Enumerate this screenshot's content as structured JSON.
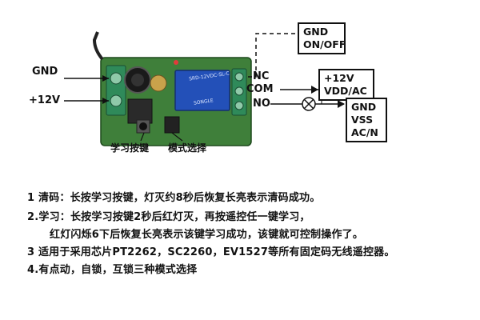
{
  "wiring": {
    "gnd": "GND",
    "plus12v": "+12V",
    "nc": "NC",
    "com": "COM",
    "no": "NO"
  },
  "boxes": {
    "on_off": {
      "line1": "GND",
      "line2": "ON/OFF"
    },
    "power": {
      "line1": "+12V",
      "line2": "VDD/AC"
    },
    "ground": {
      "line1": "GND",
      "line2": "VSS",
      "line3": "AC/N"
    }
  },
  "board": {
    "learn_key_label": "学习按键",
    "mode_select_label": "模式选择",
    "relay_text_1": "SRD-12VDC-SL-C",
    "relay_text_2": "SONGLE"
  },
  "notes": [
    "1 清码：长按学习按键，灯灭约8秒后恢复长亮表示清码成功。",
    "2.学习：长按学习按键2秒后红灯灭，再按遥控任一键学习，",
    "红灯闪烁6下后恢复长亮表示该键学习成功，该键就可控制操作了。",
    "3 适用于采用芯片PT2262，SC2260，EV1527等所有固定码无线遥控器。",
    "4.有点动，自锁，互锁三种模式选择"
  ],
  "colors": {
    "pcb": "#3f7f3a",
    "relay": "#2350b8",
    "terminal": "#2f8a5a",
    "line": "#111111"
  }
}
